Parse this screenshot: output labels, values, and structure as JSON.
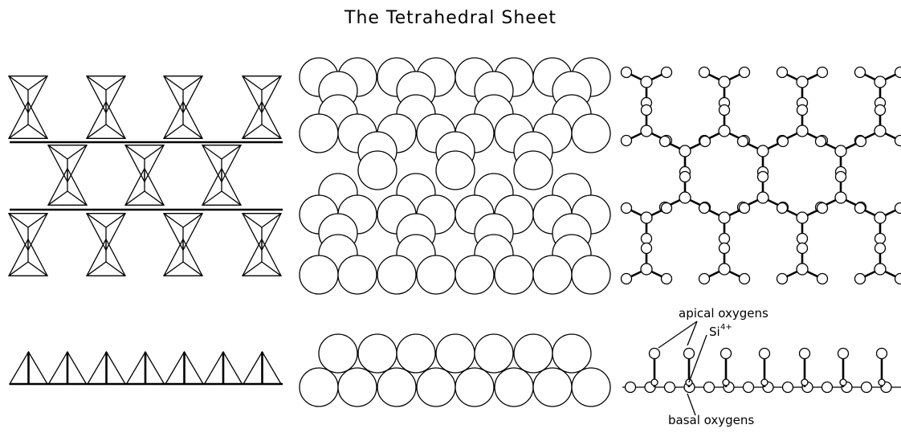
{
  "figure": {
    "title": "The Tetrahedral Sheet"
  },
  "labels": {
    "apical": "apical oxygens",
    "si": "Si",
    "si_charge": "4+",
    "basal": "basal oxygens"
  }
}
